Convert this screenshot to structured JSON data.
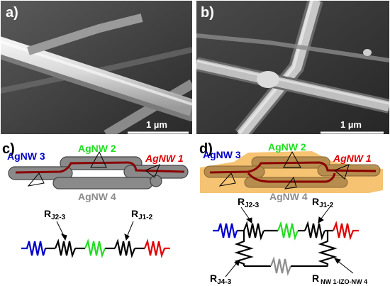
{
  "panels": {
    "a": {
      "label": "a)",
      "scale_bar": "1 µm"
    },
    "b": {
      "label": "b)",
      "scale_bar": "1 µm"
    },
    "c": {
      "label": "c)",
      "wires": {
        "nw1": "AgNW 1",
        "nw2": "AgNW 2",
        "nw3": "AgNW 3",
        "nw4": "AgNW 4"
      },
      "resistors": {
        "rj23": "R",
        "rj23_sub": "J2-3",
        "rj12": "R",
        "rj12_sub": "J1-2"
      }
    },
    "d": {
      "label": "d)",
      "wires": {
        "nw1": "AgNW 1",
        "nw2": "AgNW 2",
        "nw3": "AgNW 3",
        "nw4": "AgNW 4"
      },
      "resistors": {
        "rj23": "R",
        "rj23_sub": "J2-3",
        "rj12": "R",
        "rj12_sub": "J1-2",
        "rj43": "R",
        "rj43_sub": "J4-3",
        "rnw": "R",
        "rnw_sub": "NW 1-IZO-NW 4"
      }
    }
  },
  "colors": {
    "nw1": "#e00000",
    "nw2": "#22dd22",
    "nw3": "#0000cc",
    "nw4": "#8c8c8c",
    "wire_fill": "#8a8a8a",
    "path": "#8b0000",
    "izo": "#f5b95a",
    "sem_bg": "#2c2c2c"
  }
}
